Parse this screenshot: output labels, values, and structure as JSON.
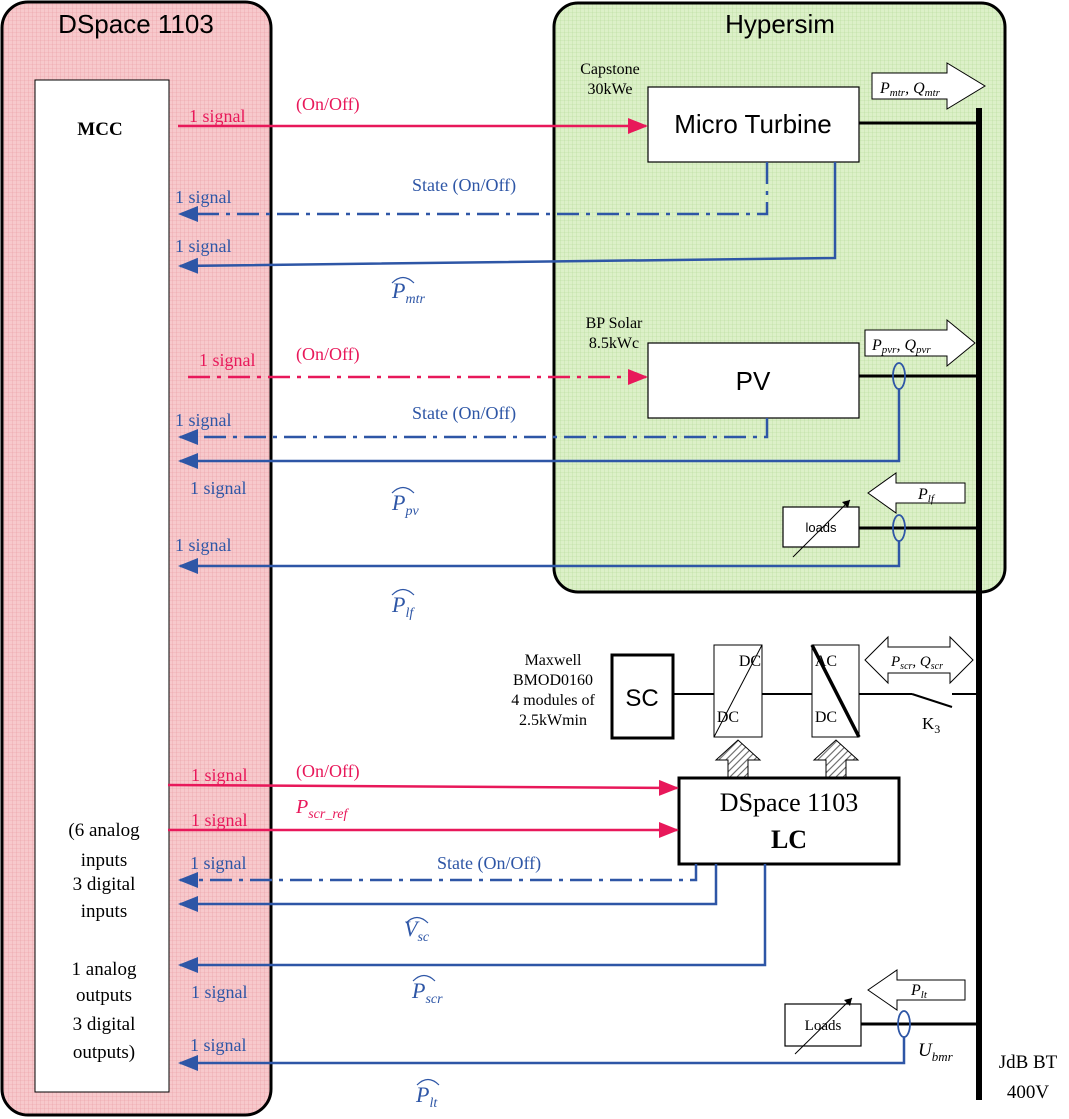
{
  "panels": {
    "dspace_title": "DSpace 1103",
    "hypersim_title": "Hypersim"
  },
  "mcc": {
    "title": "MCC",
    "io_lines": [
      "(6 analog",
      "inputs",
      "3 digital",
      "inputs",
      "1 analog",
      "outputs",
      "3 digital",
      "outputs)"
    ]
  },
  "microturbine": {
    "label": "Micro Turbine",
    "maker_1": "Capstone",
    "maker_2": "30kWe",
    "flow_p": "P",
    "flow_p_sub": "mtr",
    "flow_q": "Q",
    "flow_q_sub": "mtr",
    "meas_sub": "mtr"
  },
  "pv": {
    "label": "PV",
    "maker_1": "BP Solar",
    "maker_2": "8.5kWc",
    "flow_p": "P",
    "flow_p_sub": "pvr",
    "flow_q": "Q",
    "flow_q_sub": "pvr",
    "meas_sub": "pv"
  },
  "loads_hypersim": {
    "label": "loads",
    "flow": "P",
    "flow_sub": "lf",
    "meas_sub": "lf"
  },
  "supercap": {
    "label": "SC",
    "desc": [
      "Maxwell",
      "BMOD0160",
      "4 modules of",
      "2.5kWmin"
    ],
    "dc": "DC",
    "ac": "AC",
    "switch": "K",
    "switch_sub": "3",
    "flow_p": "P",
    "flow_p_sub": "scr",
    "flow_q": "Q",
    "flow_q_sub": "scr"
  },
  "lc": {
    "line1": "DSpace 1103",
    "line2": "LC",
    "vsc": "V",
    "vsc_sub": "sc",
    "pscr_sub": "scr",
    "ref": "P",
    "ref_sub": "scr_ref"
  },
  "loads_real": {
    "label": "Loads",
    "flow": "P",
    "flow_sub": "lt",
    "meas_sub": "lt",
    "voltage": "U",
    "voltage_sub": "bmr"
  },
  "bus": {
    "label_1": "JdB BT",
    "label_2": "400V"
  },
  "signals": {
    "one_signal": "1 signal",
    "on_off": "(On/Off)",
    "state": "State (On/Off)",
    "p_letter": "P"
  }
}
